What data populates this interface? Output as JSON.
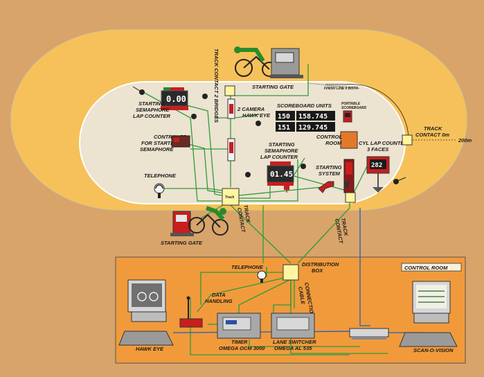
{
  "colors": {
    "background": "#d8a46a",
    "track": "#f6c15a",
    "infield": "#ece3d0",
    "control_room_bg": "#f19a3c",
    "cable": "#2e9a3a",
    "device_red": "#c81e1e",
    "panel_dark": "#2a2a2a"
  },
  "labels": {
    "track_contact_top": "TRACK CONTACT 2 BRIDGES",
    "starting_gate_top": "STARTING GATE",
    "finish_line": "FINISH LINE 0 BOTH",
    "semaphore_lap_counter_left": [
      "STARTING",
      "SEMAPHORE",
      "LAP COUNTER"
    ],
    "camera_hawk_eye": [
      "2 CAMERA",
      "HAWK EYE"
    ],
    "scoreboard_units": "SCOREBOARD UNITS",
    "portable_tag": [
      "PORTABLE",
      "SCOREBOARD"
    ],
    "controler_semaphore": [
      "CONTROLER",
      "FOR STARTING",
      "SEMAPHORE"
    ],
    "control_room_track": [
      "CONTROL",
      "ROOM"
    ],
    "cyl_lap_counter": [
      "CYL LAP COUNTER",
      "3 FACES"
    ],
    "track_contact_right": [
      "TRACK",
      "CONTACT 0m"
    ],
    "distance_200": "200m",
    "semaphore_lap_counter_mid": [
      "STARTING",
      "SEMAPHORE",
      "LAP COUNTER"
    ],
    "starting_system": [
      "STARTING",
      "SYSTEM"
    ],
    "telephone_track": "TELEPHONE",
    "track_contact_box": "Track",
    "track_contact_lower": [
      "TRACK",
      "CONTACT"
    ],
    "track_contact_right_lower": [
      "TRACK",
      "CONTACT"
    ],
    "starting_gate_bottom": "STARTING GATE",
    "telephone_room": "TELEPHONE",
    "distribution_box": [
      "DISTRIBUTION",
      "BOX"
    ],
    "connection_cable": [
      "CONNECTION",
      "CABLE"
    ],
    "data_handling": [
      "DATA",
      "HANDLING"
    ],
    "control_room_title": "CONTROL ROOM",
    "hawk_eye": "HAWK EYE",
    "timer": [
      "TIMER",
      "OMEGA OCM 3000"
    ],
    "lane_switcher": [
      "LANE SWITCHER",
      "OMEGA AL 535"
    ],
    "scan_o_vision": "SCAN-O-VISION"
  },
  "displays": {
    "semaphore_left": "0.00",
    "scoreboard_row1_left": "150",
    "scoreboard_row1_right": "158.745",
    "scoreboard_row2_left": "151",
    "scoreboard_row2_right": "129.745",
    "semaphore_mid": "01.45",
    "cyl_lap": "282"
  },
  "icons": [
    "cyclist-icon",
    "camera-icon",
    "telephone-icon",
    "computer-icon",
    "scoreboard-icon",
    "starting-gun-icon",
    "antenna-icon"
  ]
}
